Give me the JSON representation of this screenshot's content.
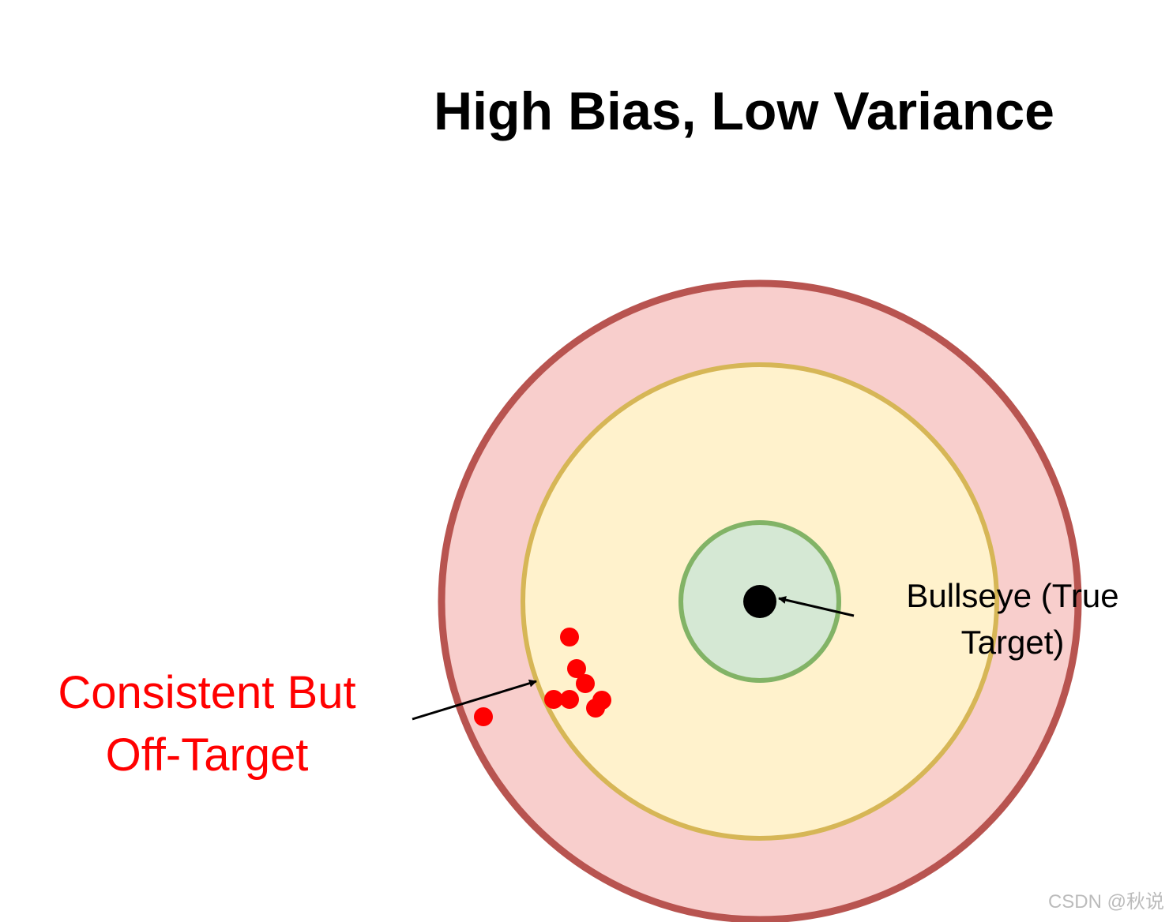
{
  "title": "High Bias, Low Variance",
  "labels": {
    "bullseye_line1": "Bullseye (True",
    "bullseye_line2": "Target)",
    "cluster_line1": "Consistent But",
    "cluster_line2": "Off-Target"
  },
  "watermark": "CSDN @秋说",
  "colors": {
    "outer_ring_fill": "#f8cecc",
    "outer_ring_stroke": "#b85450",
    "middle_ring_fill": "#fff2cc",
    "middle_ring_stroke": "#d6b656",
    "inner_ring_fill": "#d5e8d4",
    "inner_ring_stroke": "#82b366",
    "bullseye": "#000000",
    "shots": "#ff0000",
    "cluster_label": "#ff0000",
    "watermark": "#bbbbbb"
  }
}
